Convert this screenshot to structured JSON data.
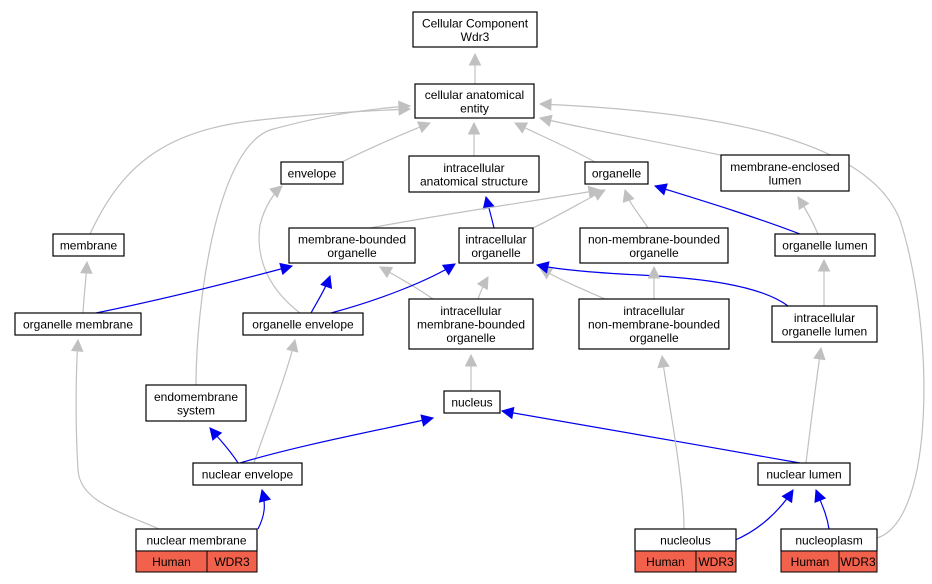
{
  "colors": {
    "is_a": "#c0c0c0",
    "part_of": "#0000ee",
    "annotation": "#f2614c"
  },
  "nodes": [
    {
      "id": "cc",
      "lines": [
        "Cellular Component",
        "Wdr3"
      ]
    },
    {
      "id": "cae",
      "lines": [
        "cellular anatomical",
        "entity"
      ]
    },
    {
      "id": "env",
      "lines": [
        "envelope"
      ]
    },
    {
      "id": "ias",
      "lines": [
        "intracellular",
        "anatomical structure"
      ]
    },
    {
      "id": "org",
      "lines": [
        "organelle"
      ]
    },
    {
      "id": "mel",
      "lines": [
        "membrane-enclosed",
        "lumen"
      ]
    },
    {
      "id": "mem",
      "lines": [
        "membrane"
      ]
    },
    {
      "id": "mbo",
      "lines": [
        "membrane-bounded",
        "organelle"
      ]
    },
    {
      "id": "io",
      "lines": [
        "intracellular",
        "organelle"
      ]
    },
    {
      "id": "nmbo",
      "lines": [
        "non-membrane-bounded",
        "organelle"
      ]
    },
    {
      "id": "ol",
      "lines": [
        "organelle lumen"
      ]
    },
    {
      "id": "om",
      "lines": [
        "organelle membrane"
      ]
    },
    {
      "id": "oe",
      "lines": [
        "organelle envelope"
      ]
    },
    {
      "id": "imbo",
      "lines": [
        "intracellular",
        "membrane-bounded",
        "organelle"
      ]
    },
    {
      "id": "inmbo",
      "lines": [
        "intracellular",
        "non-membrane-bounded",
        "organelle"
      ]
    },
    {
      "id": "iol",
      "lines": [
        "intracellular",
        "organelle lumen"
      ]
    },
    {
      "id": "ems",
      "lines": [
        "endomembrane",
        "system"
      ]
    },
    {
      "id": "nuc",
      "lines": [
        "nucleus"
      ]
    },
    {
      "id": "ne",
      "lines": [
        "nuclear envelope"
      ]
    },
    {
      "id": "nl",
      "lines": [
        "nuclear lumen"
      ]
    },
    {
      "id": "nm",
      "lines": [
        "nuclear membrane"
      ],
      "tags": [
        "Human",
        "WDR3"
      ]
    },
    {
      "id": "nol",
      "lines": [
        "nucleolus"
      ],
      "tags": [
        "Human",
        "WDR3"
      ]
    },
    {
      "id": "np",
      "lines": [
        "nucleoplasm"
      ],
      "tags": [
        "Human",
        "WDR3"
      ]
    }
  ],
  "edges": [
    {
      "from": "cae",
      "to": "cc",
      "type": "is_a"
    },
    {
      "from": "env",
      "to": "cae",
      "type": "is_a"
    },
    {
      "from": "ias",
      "to": "cae",
      "type": "is_a"
    },
    {
      "from": "org",
      "to": "cae",
      "type": "is_a"
    },
    {
      "from": "mel",
      "to": "cae",
      "type": "is_a"
    },
    {
      "from": "mem",
      "to": "cae",
      "type": "is_a"
    },
    {
      "from": "ems",
      "to": "cae",
      "type": "is_a"
    },
    {
      "from": "np",
      "to": "cae",
      "type": "is_a"
    },
    {
      "from": "io",
      "to": "ias",
      "type": "part_of"
    },
    {
      "from": "mbo",
      "to": "org",
      "type": "is_a"
    },
    {
      "from": "io",
      "to": "org",
      "type": "is_a"
    },
    {
      "from": "nmbo",
      "to": "org",
      "type": "is_a"
    },
    {
      "from": "ol",
      "to": "org",
      "type": "part_of"
    },
    {
      "from": "ol",
      "to": "mel",
      "type": "is_a"
    },
    {
      "from": "oe",
      "to": "env",
      "type": "is_a"
    },
    {
      "from": "om",
      "to": "mem",
      "type": "is_a"
    },
    {
      "from": "om",
      "to": "mbo",
      "type": "part_of"
    },
    {
      "from": "oe",
      "to": "mbo",
      "type": "part_of"
    },
    {
      "from": "imbo",
      "to": "mbo",
      "type": "is_a"
    },
    {
      "from": "oe",
      "to": "io",
      "type": "part_of"
    },
    {
      "from": "imbo",
      "to": "io",
      "type": "is_a"
    },
    {
      "from": "inmbo",
      "to": "io",
      "type": "is_a"
    },
    {
      "from": "iol",
      "to": "io",
      "type": "part_of"
    },
    {
      "from": "inmbo",
      "to": "nmbo",
      "type": "is_a"
    },
    {
      "from": "iol",
      "to": "ol",
      "type": "is_a"
    },
    {
      "from": "nuc",
      "to": "imbo",
      "type": "is_a"
    },
    {
      "from": "nm",
      "to": "om",
      "type": "is_a"
    },
    {
      "from": "ne",
      "to": "oe",
      "type": "is_a"
    },
    {
      "from": "ne",
      "to": "ems",
      "type": "part_of"
    },
    {
      "from": "ne",
      "to": "nuc",
      "type": "part_of"
    },
    {
      "from": "nl",
      "to": "nuc",
      "type": "part_of"
    },
    {
      "from": "nl",
      "to": "iol",
      "type": "is_a"
    },
    {
      "from": "nm",
      "to": "ne",
      "type": "part_of"
    },
    {
      "from": "nol",
      "to": "inmbo",
      "type": "is_a"
    },
    {
      "from": "nol",
      "to": "nl",
      "type": "part_of"
    },
    {
      "from": "np",
      "to": "nl",
      "type": "part_of"
    }
  ]
}
